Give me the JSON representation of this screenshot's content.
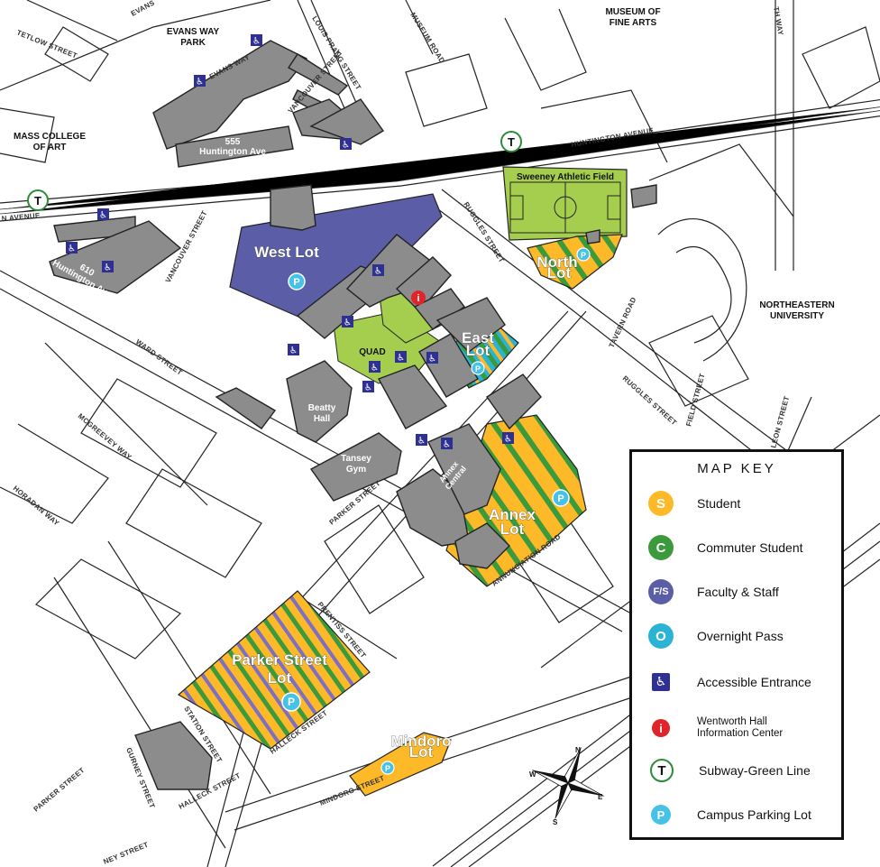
{
  "streets": {
    "tetlow": "TETLOW STREET",
    "evans": "EVANS",
    "evans_way": "EVANS WAY",
    "louis_prang": "LOUIS PRANG STREET",
    "museum_road": "MUSEUM ROAD",
    "vancouver_top": "VANCOUVER STREET",
    "vancouver_left": "VANCOUVER STREET",
    "th_way": "TH WAY",
    "huntington_right": "HUNTINGTON AVENUE",
    "huntington_left": "N AVENUE",
    "ruggles_top": "RUGGLES STREET",
    "ruggles_right": "RUGGLES STREET",
    "tavern": "TAVERN ROAD",
    "field": "FIELD STREET",
    "leon": "LEON STREET",
    "ward": "WARD STREET",
    "mcgreevey": "MCGREEVEY WAY",
    "horadan": "HORADAN WAY",
    "parker": "PARKER STREET",
    "parker_bottom": "PARKER STREET",
    "annunciation": "ANNUNCIATION ROAD",
    "prentiss": "PRENTISS STREET",
    "halleck": "HALLECK STREET",
    "halleck_bottom": "HALLECK STREET",
    "station": "STATION STREET",
    "gurney": "GURNEY STREET",
    "mindoro": "MINDORO STREET",
    "ney": "NEY STREET"
  },
  "areas": {
    "evans_way_park": [
      "EVANS WAY",
      "PARK"
    ],
    "museum": [
      "MUSEUM OF",
      "FINE ARTS"
    ],
    "mass_art": [
      "MASS COLLEGE",
      "OF ART"
    ],
    "northeastern": [
      "NORTHEASTERN",
      "UNIVERSITY"
    ]
  },
  "buildings": {
    "b555": [
      "555",
      "Huntington Ave"
    ],
    "b610": [
      "610",
      "Huntington Ave"
    ],
    "beatty": [
      "Beatty",
      "Hall"
    ],
    "tansey": [
      "Tansey",
      "Gym"
    ],
    "annex_central": [
      "Annex",
      "Central"
    ],
    "quad": "QUAD",
    "sweeney": "Sweeney Athletic Field"
  },
  "lots": {
    "west": "West Lot",
    "north": [
      "North",
      "Lot"
    ],
    "east": [
      "East",
      "Lot"
    ],
    "annex": [
      "Annex",
      "Lot"
    ],
    "parker": [
      "Parker Street",
      "Lot"
    ],
    "mindoro": [
      "Mindoro",
      "Lot"
    ]
  },
  "compass": {
    "n": "N",
    "e": "E",
    "s": "S",
    "w": "W"
  },
  "legend": {
    "title": "MAP KEY",
    "items": [
      {
        "symbol": "S",
        "label": "Student",
        "color": "#FDB927",
        "icon": "student-parking-icon"
      },
      {
        "symbol": "C",
        "label": "Commuter Student",
        "color": "#3A9A3C",
        "icon": "commuter-parking-icon"
      },
      {
        "symbol": "F/S",
        "label": "Faculty & Staff",
        "color": "#5B5EA6",
        "icon": "faculty-staff-parking-icon"
      },
      {
        "symbol": "O",
        "label": "Overnight Pass",
        "color": "#2BB3D6",
        "icon": "overnight-pass-icon"
      },
      {
        "symbol": "♿",
        "label": "Accessible Entrance",
        "color": "#2E3192",
        "icon": "accessible-entrance-icon"
      },
      {
        "symbol": "i",
        "label": [
          "Wentworth Hall",
          "Information Center"
        ],
        "color": "#E0242A",
        "icon": "information-center-icon"
      },
      {
        "symbol": "T",
        "label": "Subway-Green Line",
        "color": "#2E8B3A",
        "icon": "subway-icon"
      },
      {
        "symbol": "P",
        "label": "Campus Parking Lot",
        "color": "#45C2E6",
        "icon": "parking-icon"
      }
    ]
  },
  "colors": {
    "building": "#8C8C8C",
    "faculty": "#5B5EA6",
    "green_space": "#A6CE4E",
    "student": "#FDB927",
    "commuter": "#3A9A3C",
    "overnight": "#2BB3D6"
  }
}
